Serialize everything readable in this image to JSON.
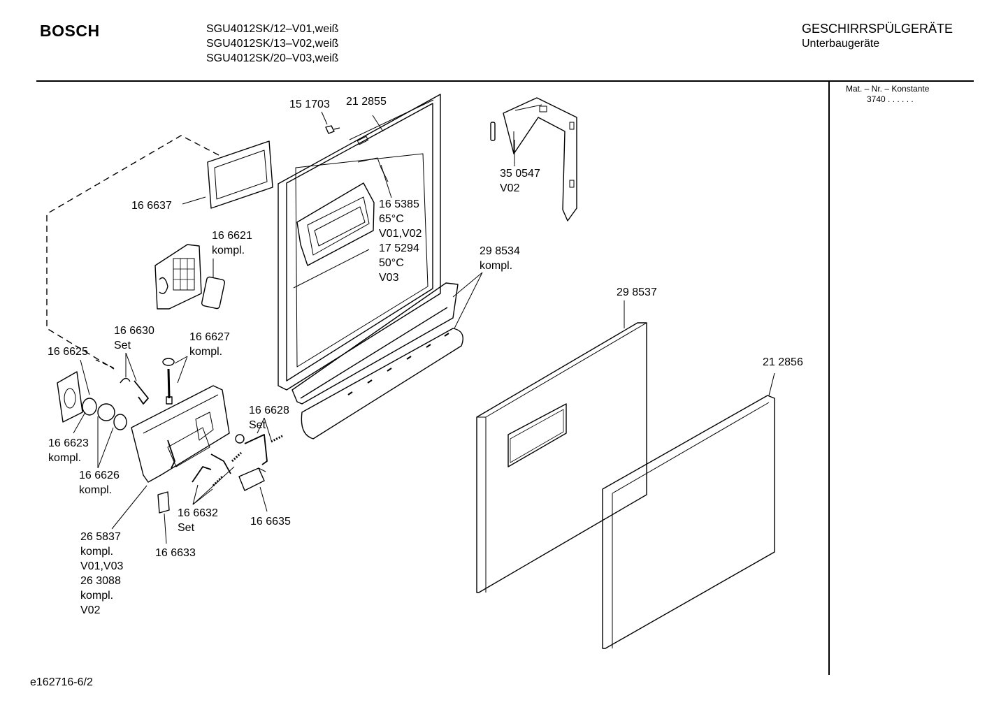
{
  "header": {
    "brand": "BOSCH",
    "models": [
      "SGU4012SK/12–V01,weiß",
      "SGU4012SK/13–V02,weiß",
      "SGU4012SK/20–V03,weiß"
    ],
    "category": "GESCHIRRSPÜLGERÄTE",
    "subcategory": "Unterbaugeräte"
  },
  "side_panel": {
    "title": "Mat. – Nr. – Konstante",
    "value": "3740 . . . . . ."
  },
  "footer": {
    "drawing_id": "e162716-6/2"
  },
  "parts": [
    {
      "id": "p-151703",
      "lines": [
        "15 1703"
      ]
    },
    {
      "id": "p-212855",
      "lines": [
        "21 2855"
      ]
    },
    {
      "id": "p-350547",
      "lines": [
        "35 0547",
        "V02"
      ]
    },
    {
      "id": "p-166637",
      "lines": [
        "16 6637"
      ]
    },
    {
      "id": "p-166621",
      "lines": [
        "16 6621",
        "kompl."
      ]
    },
    {
      "id": "p-165385",
      "lines": [
        "16 5385",
        "65°C",
        "V01,V02",
        "17 5294",
        "50°C",
        "V03"
      ]
    },
    {
      "id": "p-298534",
      "lines": [
        "29 8534",
        "kompl."
      ]
    },
    {
      "id": "p-298537",
      "lines": [
        "29 8537"
      ]
    },
    {
      "id": "p-166630",
      "lines": [
        "16 6630",
        "Set"
      ]
    },
    {
      "id": "p-166627",
      "lines": [
        "16 6627",
        "kompl."
      ]
    },
    {
      "id": "p-166625",
      "lines": [
        "16 6625"
      ]
    },
    {
      "id": "p-212856",
      "lines": [
        "21 2856"
      ]
    },
    {
      "id": "p-166628",
      "lines": [
        "16 6628",
        "Set"
      ]
    },
    {
      "id": "p-166623",
      "lines": [
        "16 6623",
        "kompl."
      ]
    },
    {
      "id": "p-166626",
      "lines": [
        "16 6626",
        "kompl."
      ]
    },
    {
      "id": "p-166632",
      "lines": [
        "16 6632",
        "Set"
      ]
    },
    {
      "id": "p-166635",
      "lines": [
        "16 6635"
      ]
    },
    {
      "id": "p-265837",
      "lines": [
        "26 5837",
        "kompl.",
        "V01,V03",
        "26 3088",
        "kompl.",
        "V02"
      ]
    },
    {
      "id": "p-166633",
      "lines": [
        "16 6633"
      ]
    }
  ]
}
